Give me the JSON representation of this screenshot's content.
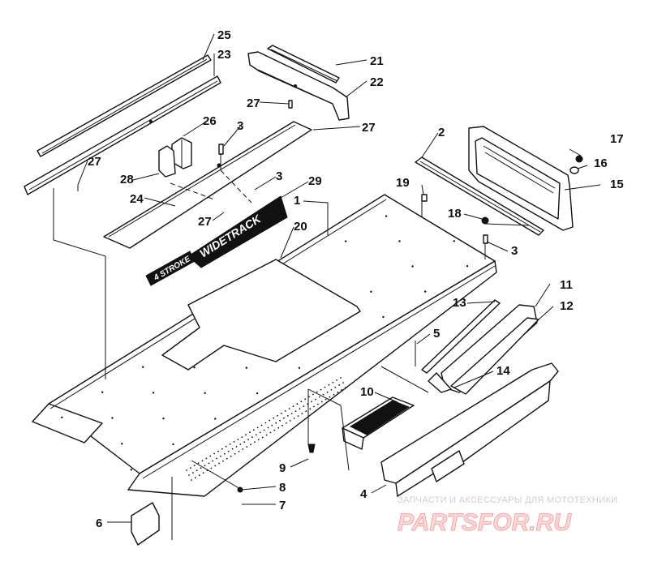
{
  "diagram": {
    "callouts": {
      "c1": "1",
      "c2": "2",
      "c3a": "3",
      "c3b": "3",
      "c3c": "3",
      "c4": "4",
      "c5": "5",
      "c6": "6",
      "c7": "7",
      "c8": "8",
      "c9": "9",
      "c10": "10",
      "c11": "11",
      "c12": "12",
      "c13": "13",
      "c14": "14",
      "c15": "15",
      "c16": "16",
      "c17": "17",
      "c18": "18",
      "c19": "19",
      "c20": "20",
      "c21": "21",
      "c22": "22",
      "c23": "23",
      "c24": "24",
      "c25": "25",
      "c26": "26",
      "c27a": "27",
      "c27b": "27",
      "c27c": "27",
      "c27d": "27",
      "c28": "28",
      "c29": "29"
    },
    "decal_29": {
      "line1": "WIDETRACK"
    },
    "decal_24": {
      "line1": "4 STROKE"
    }
  },
  "watermark": {
    "tagline": "ЗАПЧАСТИ И АКСЕССУАРЫ ДЛЯ МОТОТЕХНИКИ",
    "brand": "PARTSFOR.RU"
  }
}
